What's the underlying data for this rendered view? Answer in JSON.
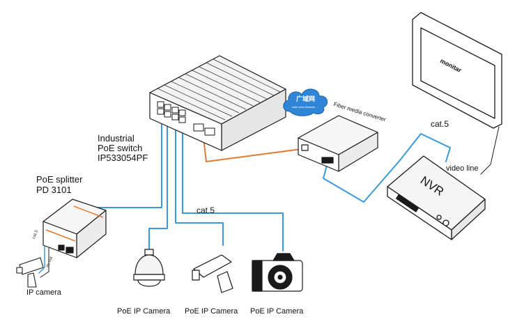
{
  "switch": {
    "name_line1": "Industrial",
    "name_line2": "PoE switch",
    "model": "IP533054PF"
  },
  "splitter": {
    "name": "PoE splitter",
    "model": "PD 3101",
    "port_cat5": "cat.5",
    "port_dc": "dc out"
  },
  "cloud": {
    "label_cn": "广域网",
    "label_en": "wide Area Network"
  },
  "converter": {
    "label": "Fiber media converter"
  },
  "monitor": {
    "label": "monitar"
  },
  "nvr": {
    "label": "NVR",
    "cable_label": "cat.5",
    "video_label": "video line"
  },
  "cable_cat5": {
    "label": "cat.5"
  },
  "cameras": {
    "splitter_camera": "IP camera",
    "dome": "PoE IP Camera",
    "bullet": "PoE IP Camera",
    "dslr": "PoE IP Camera"
  },
  "colors": {
    "utp_cable": "#3a9ad9",
    "fiber_cable": "#e07a2f",
    "outline": "#1a1a1a",
    "cloud": "#2f86d6"
  }
}
